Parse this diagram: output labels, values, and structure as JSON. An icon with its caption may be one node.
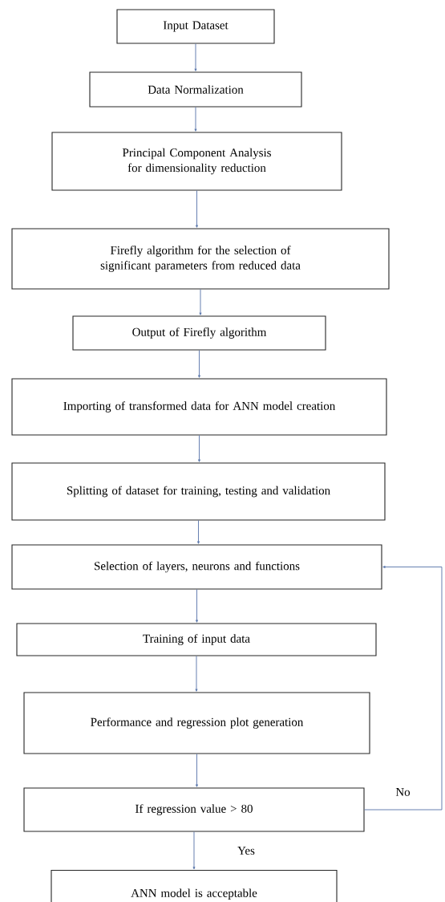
{
  "diagram": {
    "nodes": [
      {
        "text": [
          "Input Dataset"
        ]
      },
      {
        "text": [
          "Data Normalization"
        ]
      },
      {
        "text": [
          "Principal Component Analysis for dimensionality reduction"
        ]
      },
      {
        "text": [
          "Firefly algorithm for the selection of significant parameters from reduced data"
        ]
      },
      {
        "text": [
          "Output of Firefly algorithm"
        ]
      },
      {
        "text": [
          "Importing of transformed data for ANN model creation"
        ]
      },
      {
        "text": [
          "Splitting of dataset for training, testing and validation"
        ]
      },
      {
        "text": [
          "Selection of layers, neurons and functions"
        ]
      },
      {
        "text": [
          "Training of input data"
        ]
      },
      {
        "text": [
          "Performance and regression plot generation"
        ]
      },
      {
        "text": [
          "If regression value > 80"
        ]
      },
      {
        "text": [
          "ANN model is acceptable"
        ]
      }
    ],
    "edges": [
      {
        "from": 0,
        "to": 1,
        "arrow": "to"
      },
      {
        "from": 1,
        "to": 2,
        "arrow": "to"
      },
      {
        "from": 2,
        "to": 3,
        "arrow": "to"
      },
      {
        "from": 3,
        "to": 4,
        "arrow": "to"
      },
      {
        "from": 4,
        "to": 5,
        "arrow": "to"
      },
      {
        "from": 5,
        "to": 6,
        "arrow": "to"
      },
      {
        "from": 6,
        "to": 7,
        "arrow": "to"
      },
      {
        "from": 7,
        "to": 8,
        "arrow": "to"
      },
      {
        "from": 8,
        "to": 9,
        "arrow": "to"
      },
      {
        "from": 9,
        "to": 10,
        "arrow": "to"
      },
      {
        "from": 10,
        "to": 7,
        "arrow": "to",
        "label": "No"
      },
      {
        "from": 10,
        "to": 11,
        "arrow": "to",
        "label": "Yes"
      }
    ]
  }
}
